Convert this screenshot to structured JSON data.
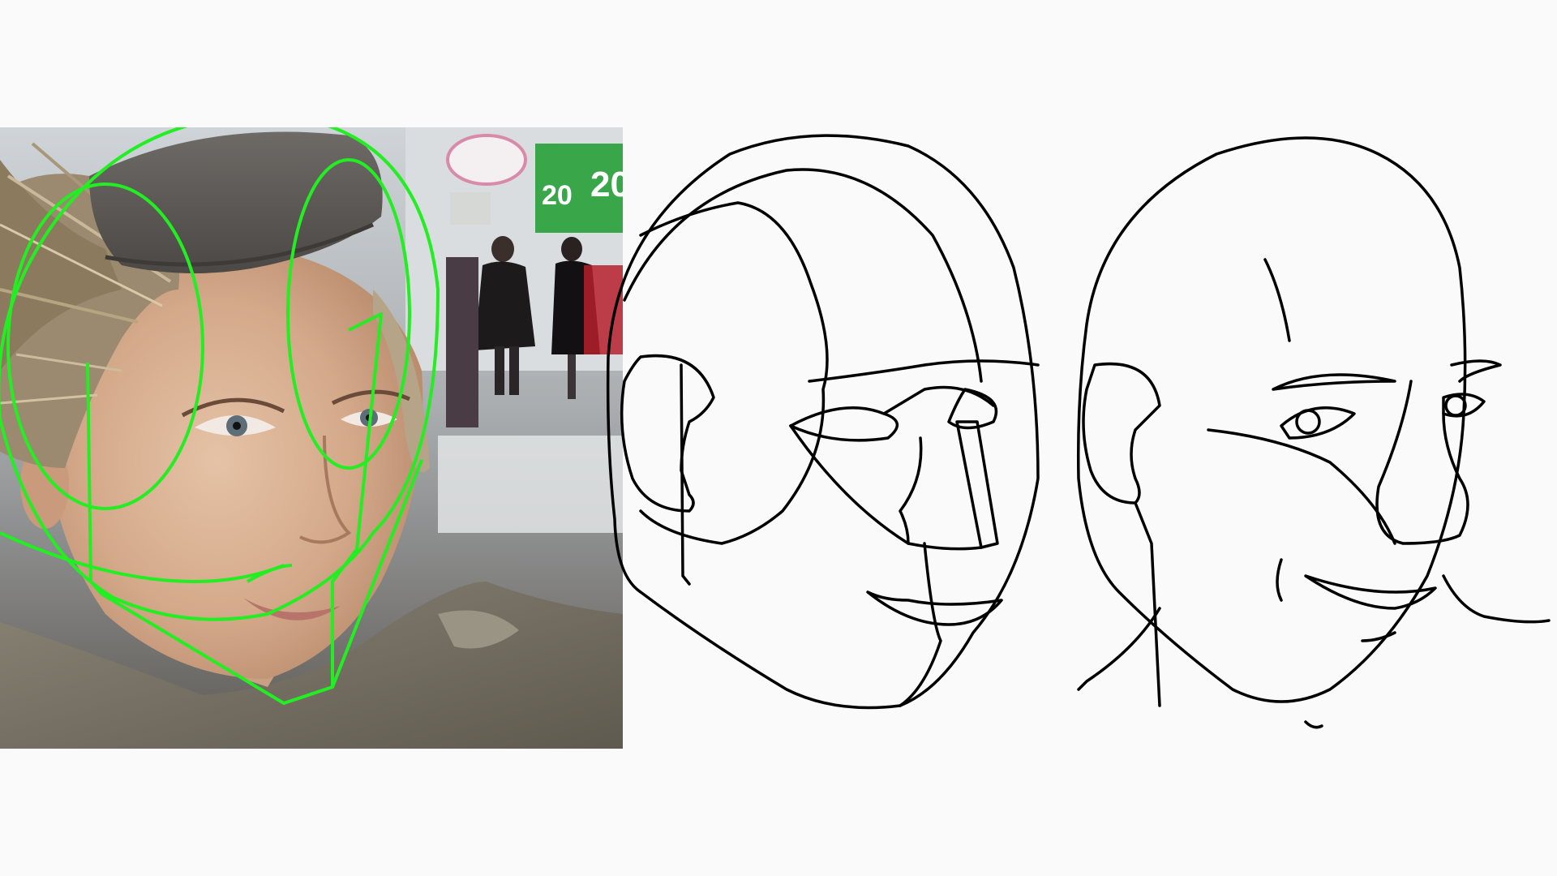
{
  "photo": {
    "store_sign_text_1": "20",
    "store_sign_text_2": "20"
  },
  "colors": {
    "background": "#fafafa",
    "overlay_stroke": "#22ee22",
    "line_art_stroke": "#000000",
    "sign_green": "#3aa64a",
    "sign_pink": "#d98aa8"
  },
  "icons": {
    "overlay": "head-construction-overlay",
    "diagram_planes": "head-planes-drawing",
    "diagram_final": "head-finished-drawing"
  }
}
